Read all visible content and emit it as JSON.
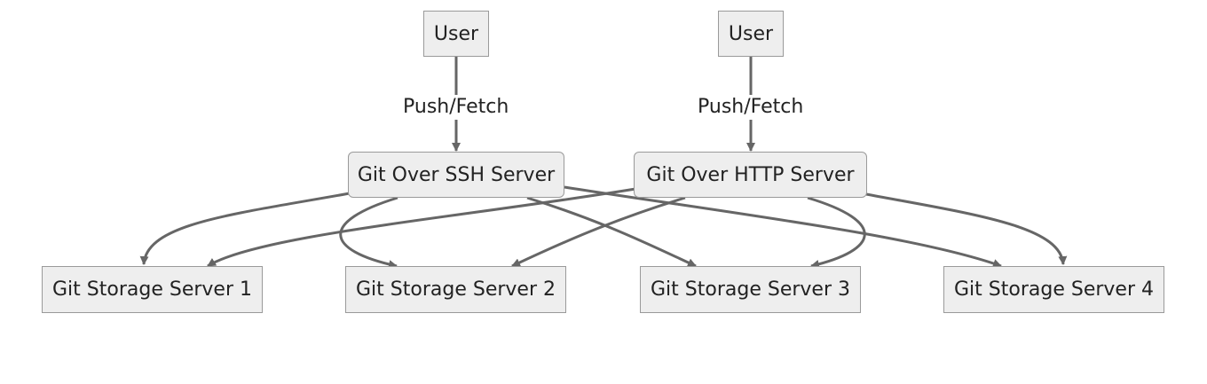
{
  "nodes": {
    "user_1": "User",
    "user_2": "User",
    "ssh_server": "Git Over SSH Server",
    "http_server": "Git Over HTTP Server",
    "storage_1": "Git Storage Server 1",
    "storage_2": "Git Storage Server 2",
    "storage_3": "Git Storage Server 3",
    "storage_4": "Git Storage Server 4"
  },
  "edge_labels": {
    "user_1_to_ssh": "Push/Fetch",
    "user_2_to_http": "Push/Fetch"
  },
  "colors": {
    "edge": "#666666",
    "node_fill": "#eeeeee",
    "node_border": "#9a9a9a"
  }
}
